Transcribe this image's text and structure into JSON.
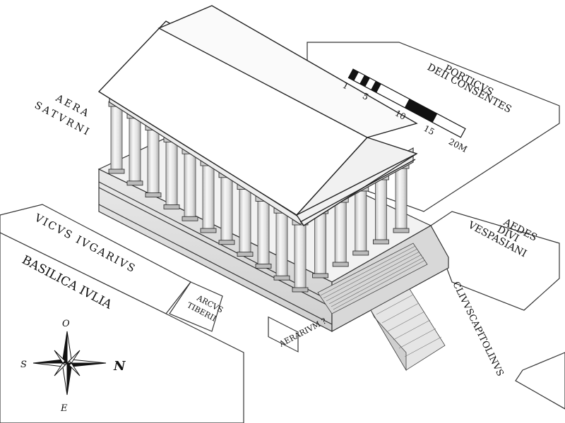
{
  "labels": {
    "aera_line1": "AERA",
    "aera_line2": "SATVRNI",
    "porticus_line1": "PORTICVS",
    "porticus_line2": "DEII CONSENTES",
    "aedes_line1": "AEDES",
    "aedes_line2": "DIVI",
    "aedes_line3": "VESPASIANI",
    "vicus": "VICVS  IVGARIVS",
    "basilica": "BASILICA IVLIA",
    "arcus_line1": "ARCVS",
    "arcus_line2": "TIBERII",
    "aerarium": "AERARIVM ?",
    "clivus": "CLIVVSCAPITOLINVS"
  },
  "scale_bar": {
    "ticks": [
      "1",
      "5",
      "10",
      "15",
      "20M"
    ]
  },
  "compass": {
    "n": "N",
    "s": "S",
    "e": "E",
    "o": "O"
  }
}
